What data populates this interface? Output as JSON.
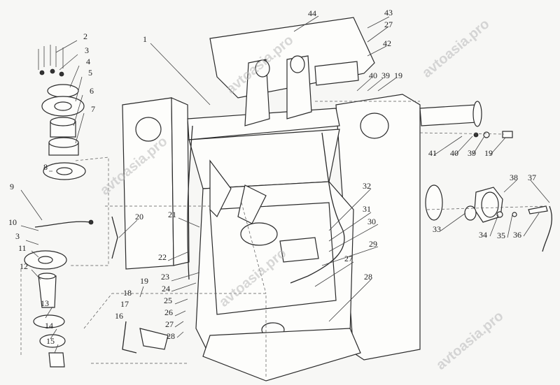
{
  "diagram": {
    "type": "exploded-parts-view",
    "callouts": [
      "1",
      "2",
      "3",
      "4",
      "5",
      "6",
      "7",
      "8",
      "9",
      "10",
      "3",
      "11",
      "12",
      "13",
      "14",
      "15",
      "16",
      "17",
      "18",
      "19",
      "20",
      "21",
      "22",
      "23",
      "24",
      "25",
      "26",
      "27",
      "28",
      "27",
      "28",
      "29",
      "30",
      "31",
      "32",
      "33",
      "34",
      "35",
      "36",
      "37",
      "38",
      "41",
      "40",
      "39",
      "19",
      "40",
      "39",
      "19",
      "42",
      "27",
      "43",
      "44"
    ],
    "watermark": "avtoasia.pro"
  }
}
